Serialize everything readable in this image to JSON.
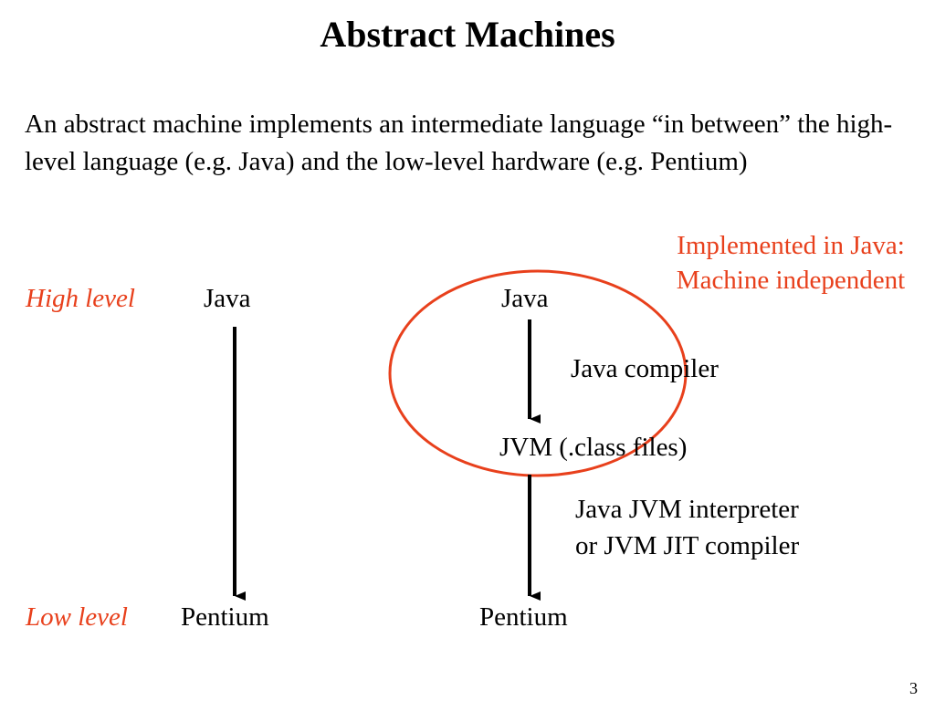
{
  "slide": {
    "title": "Abstract Machines",
    "body": "An abstract machine implements an intermediate language “in between” the high-level language (e.g. Java) and the low-level hardware (e.g. Pentium)",
    "note": {
      "line1": "Implemented in Java:",
      "line2": "Machine independent"
    },
    "page_number": "3"
  },
  "levels": {
    "high": "High level",
    "low": "Low level"
  },
  "left_column": {
    "top": "Java",
    "bottom": "Pentium"
  },
  "right_column": {
    "top": "Java",
    "compiler": "Java compiler",
    "middle": "JVM (.class files)",
    "interpreter_line1": "Java JVM interpreter",
    "interpreter_line2": "or JVM JIT compiler",
    "bottom": "Pentium"
  },
  "colors": {
    "accent": "#e8401c",
    "text": "#000000"
  }
}
